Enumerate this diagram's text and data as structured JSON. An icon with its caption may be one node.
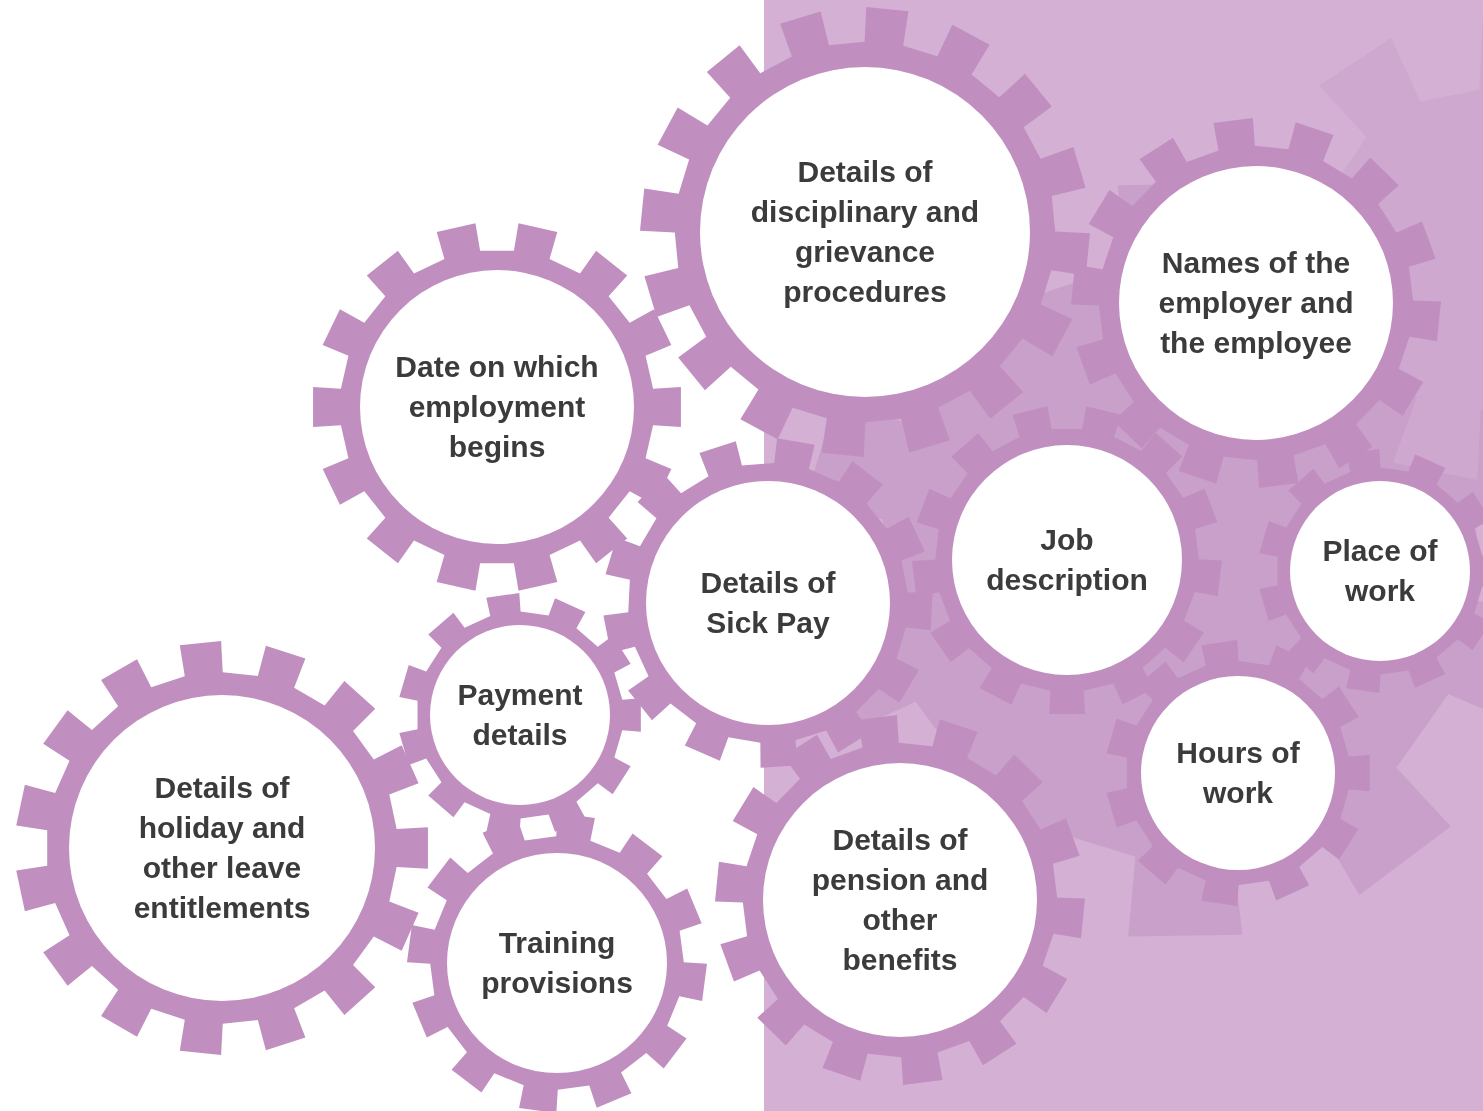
{
  "diagram": {
    "nodes": [
      {
        "text": [
          "Details of disciplinary and grievance procedures"
        ]
      },
      {
        "text": [
          "Names of the employer and the employee"
        ]
      },
      {
        "text": [
          "Date on which employment begins"
        ]
      },
      {
        "text": [
          "Job description"
        ]
      },
      {
        "text": [
          "Place of work"
        ]
      },
      {
        "text": [
          "Details of Sick Pay"
        ]
      },
      {
        "text": [
          "Payment details"
        ]
      },
      {
        "text": [
          "Hours of work"
        ]
      },
      {
        "text": [
          "Details of holiday and other leave entitlements"
        ]
      },
      {
        "text": [
          "Details of pension and other benefits"
        ]
      },
      {
        "text": [
          "Training provisions"
        ]
      }
    ]
  }
}
